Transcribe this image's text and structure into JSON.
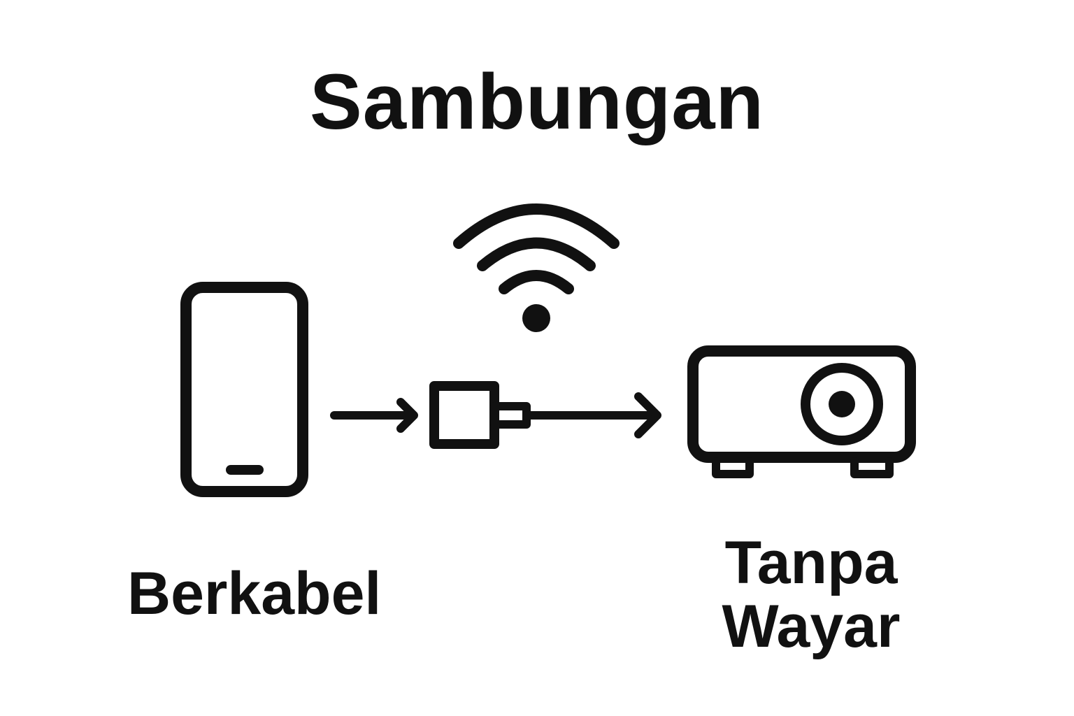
{
  "diagram": {
    "title": "Sambungan",
    "labels": {
      "wired": "Berkabel",
      "wireless_line1": "Tanpa",
      "wireless_line2": "Wayar"
    },
    "icons": [
      "smartphone-icon",
      "wifi-icon",
      "adapter-icon",
      "projector-icon",
      "arrow-icon"
    ],
    "colors": {
      "foreground": "#111111",
      "background": "#ffffff"
    }
  }
}
